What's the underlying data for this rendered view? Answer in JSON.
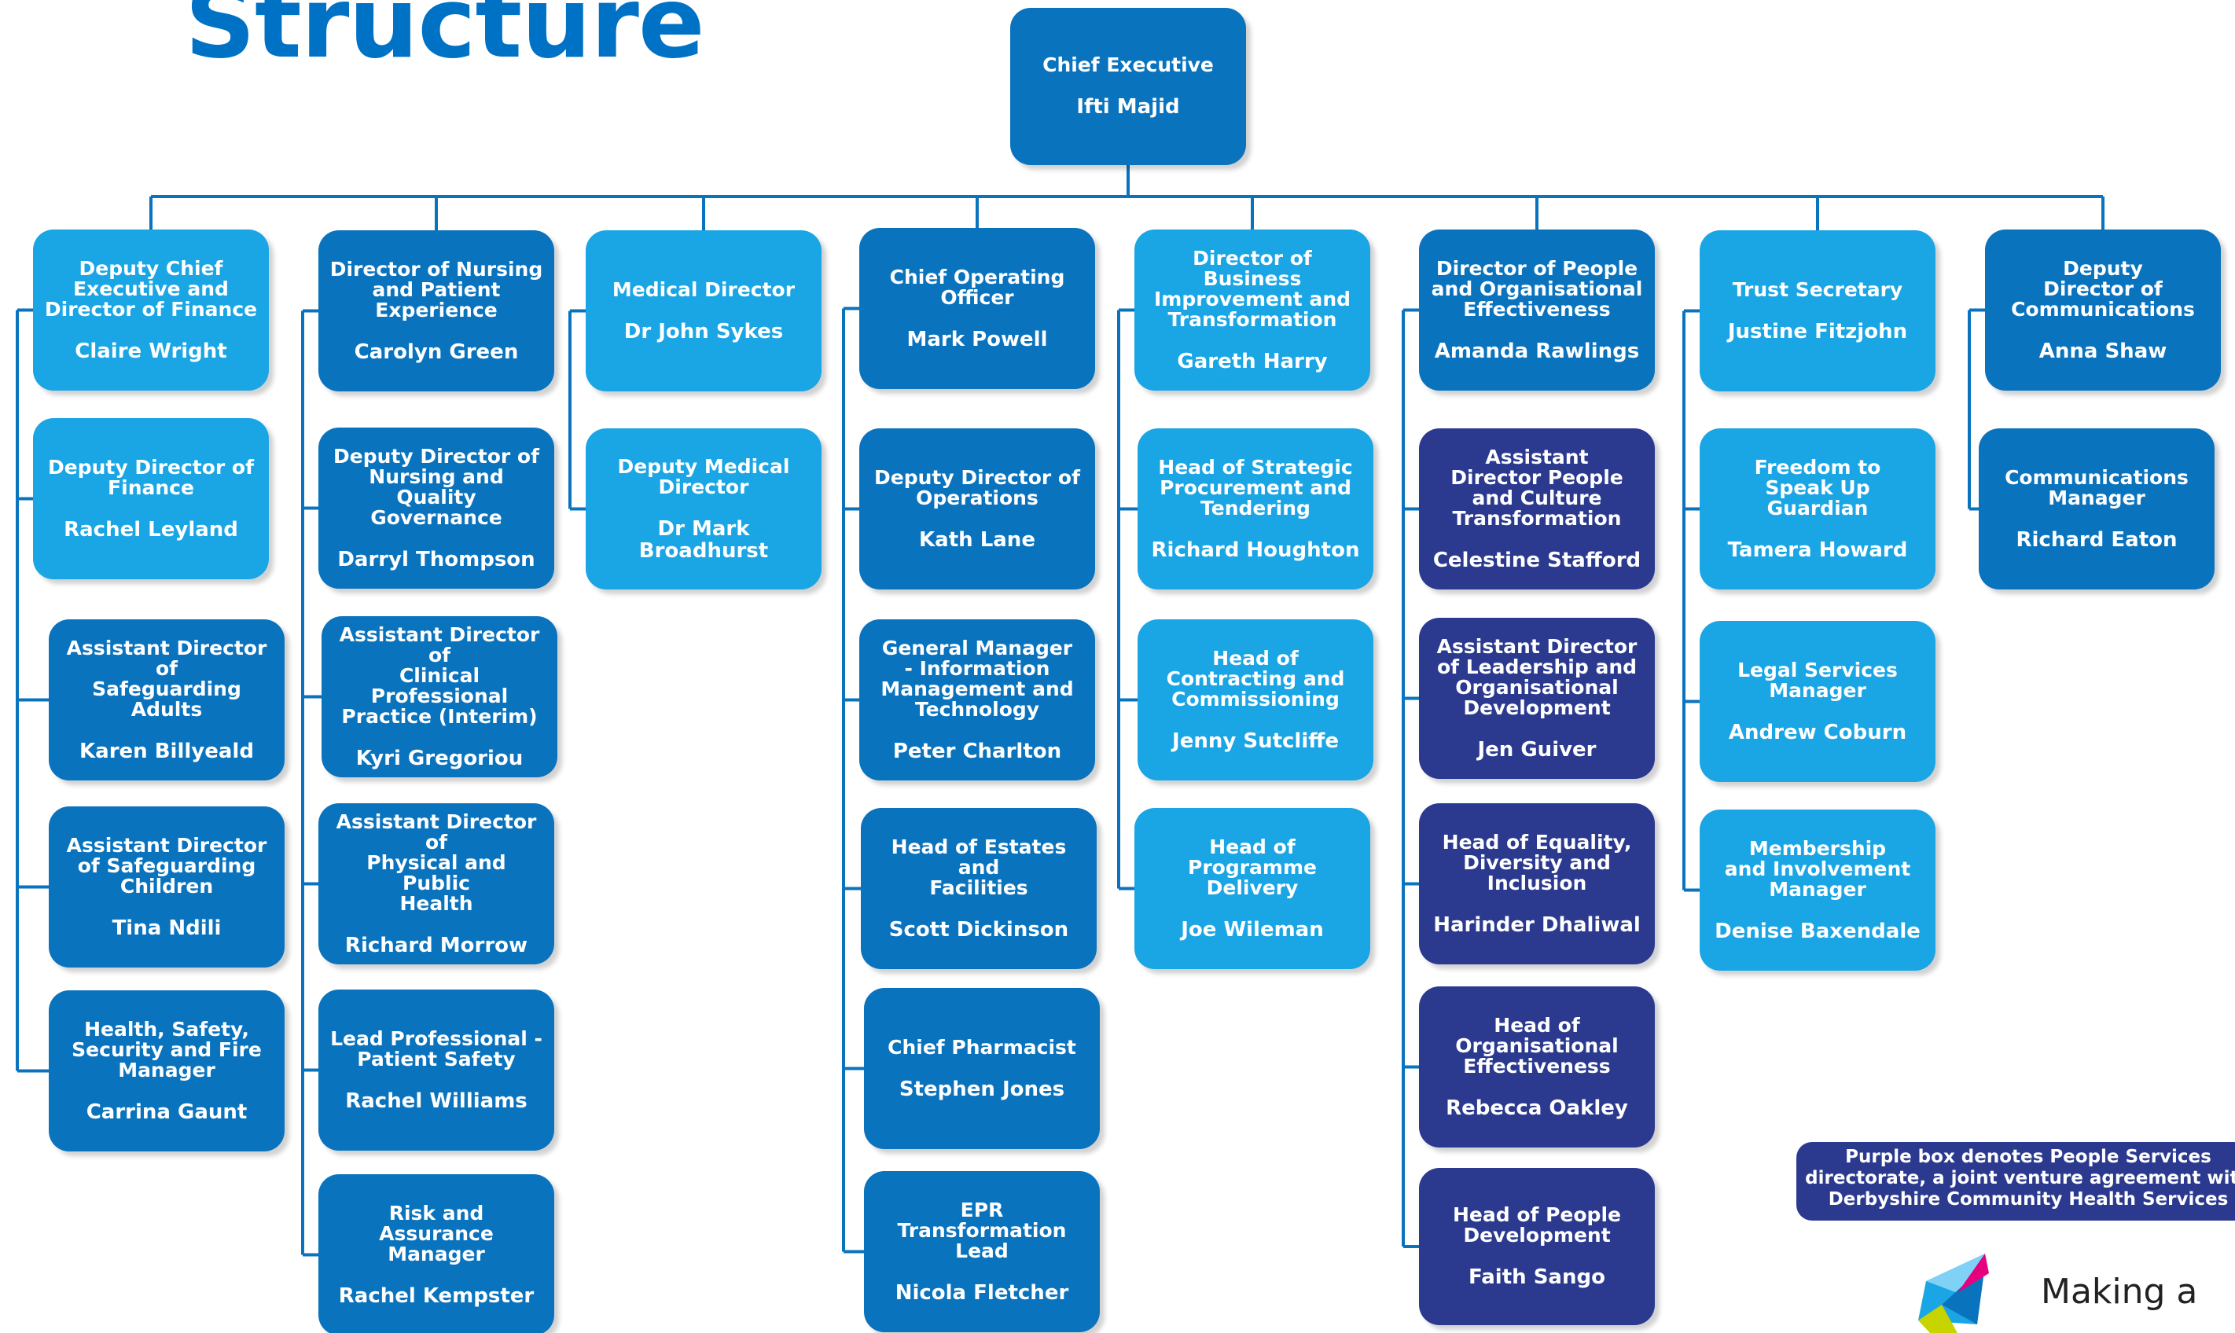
{
  "title": "Structure",
  "legend_note": "Purple box denotes People Services\ndirectorate, a joint venture agreement with\nDerbyshire Community Health Services",
  "tagline": "Making a",
  "colors": {
    "dark": "#0a73be",
    "light": "#1aa5e5",
    "purple": "#2b3a8f",
    "line": "#0a73be"
  },
  "chief": {
    "role": "Chief Executive",
    "name": "Ifti Majid"
  },
  "columns": [
    {
      "boxes": [
        {
          "role": "Deputy Chief\nExecutive and\nDirector of Finance",
          "name": "Claire Wright",
          "color": "light"
        },
        {
          "role": "Deputy Director of\nFinance",
          "name": "Rachel Leyland",
          "color": "light"
        },
        {
          "role": "Assistant Director of\nSafeguarding Adults",
          "name": "Karen Billyeald",
          "color": "dark"
        },
        {
          "role": "Assistant Director\nof Safeguarding\nChildren",
          "name": "Tina Ndili",
          "color": "dark"
        },
        {
          "role": "Health, Safety,\nSecurity and Fire\nManager",
          "name": "Carrina Gaunt",
          "color": "dark"
        }
      ]
    },
    {
      "boxes": [
        {
          "role": "Director of Nursing\nand Patient\nExperience",
          "name": "Carolyn Green",
          "color": "dark"
        },
        {
          "role": "Deputy Director of\nNursing and Quality\nGovernance",
          "name": "Darryl Thompson",
          "color": "dark"
        },
        {
          "role": "Assistant Director of\nClinical Professional\nPractice (Interim)",
          "name": "Kyri Gregoriou",
          "color": "dark"
        },
        {
          "role": "Assistant Director of\nPhysical and Public\nHealth",
          "name": "Richard Morrow",
          "color": "dark"
        },
        {
          "role": "Lead Professional -\nPatient Safety",
          "name": "Rachel Williams",
          "color": "dark"
        },
        {
          "role": "Risk and Assurance\nManager",
          "name": "Rachel Kempster",
          "color": "dark"
        }
      ]
    },
    {
      "boxes": [
        {
          "role": "Medical Director",
          "name": "Dr John Sykes",
          "color": "light"
        },
        {
          "role": "Deputy Medical\nDirector",
          "name": "Dr Mark Broadhurst",
          "color": "light"
        }
      ]
    },
    {
      "boxes": [
        {
          "role": "Chief Operating\nOfficer",
          "name": "Mark Powell",
          "color": "dark"
        },
        {
          "role": "Deputy Director of\nOperations",
          "name": "Kath Lane",
          "color": "dark"
        },
        {
          "role": "General Manager\n- Information\nManagement and\nTechnology",
          "name": "Peter Charlton",
          "color": "dark"
        },
        {
          "role": "Head of Estates and\nFacilities",
          "name": "Scott Dickinson",
          "color": "dark"
        },
        {
          "role": "Chief Pharmacist",
          "name": "Stephen Jones",
          "color": "dark"
        },
        {
          "role": "EPR Transformation\nLead",
          "name": "Nicola Fletcher",
          "color": "dark"
        }
      ]
    },
    {
      "boxes": [
        {
          "role": "Director of Business\nImprovement and\nTransformation",
          "name": "Gareth Harry",
          "color": "light"
        },
        {
          "role": "Head of Strategic\nProcurement and\nTendering",
          "name": "Richard Houghton",
          "color": "light"
        },
        {
          "role": "Head of\nContracting and\nCommissioning",
          "name": "Jenny Sutcliffe",
          "color": "light"
        },
        {
          "role": "Head of Programme\nDelivery",
          "name": "Joe Wileman",
          "color": "light"
        }
      ]
    },
    {
      "boxes": [
        {
          "role": "Director of People\nand Organisational\nEffectiveness",
          "name": "Amanda Rawlings",
          "color": "dark"
        },
        {
          "role": "Assistant\nDirector People\nand Culture\nTransformation",
          "name": "Celestine Stafford",
          "color": "purple"
        },
        {
          "role": "Assistant Director\nof Leadership and\nOrganisational\nDevelopment",
          "name": "Jen Guiver",
          "color": "purple"
        },
        {
          "role": "Head of Equality,\nDiversity and\nInclusion",
          "name": "Harinder Dhaliwal",
          "color": "purple"
        },
        {
          "role": "Head of\nOrganisational\nEffectiveness",
          "name": "Rebecca Oakley",
          "color": "purple"
        },
        {
          "role": "Head of People\nDevelopment",
          "name": "Faith Sango",
          "color": "purple"
        }
      ]
    },
    {
      "boxes": [
        {
          "role": "Trust Secretary",
          "name": "Justine Fitzjohn",
          "color": "light"
        },
        {
          "role": "Freedom to\nSpeak Up\nGuardian",
          "name": "Tamera Howard",
          "color": "light"
        },
        {
          "role": "Legal Services\nManager",
          "name": "Andrew Coburn",
          "color": "light"
        },
        {
          "role": "Membership\nand Involvement\nManager",
          "name": "Denise Baxendale",
          "color": "light"
        }
      ]
    },
    {
      "boxes": [
        {
          "role": "Deputy\nDirector of\nCommunications",
          "name": "Anna Shaw",
          "color": "dark"
        },
        {
          "role": "Communications\nManager",
          "name": "Richard Eaton",
          "color": "dark"
        }
      ]
    }
  ]
}
